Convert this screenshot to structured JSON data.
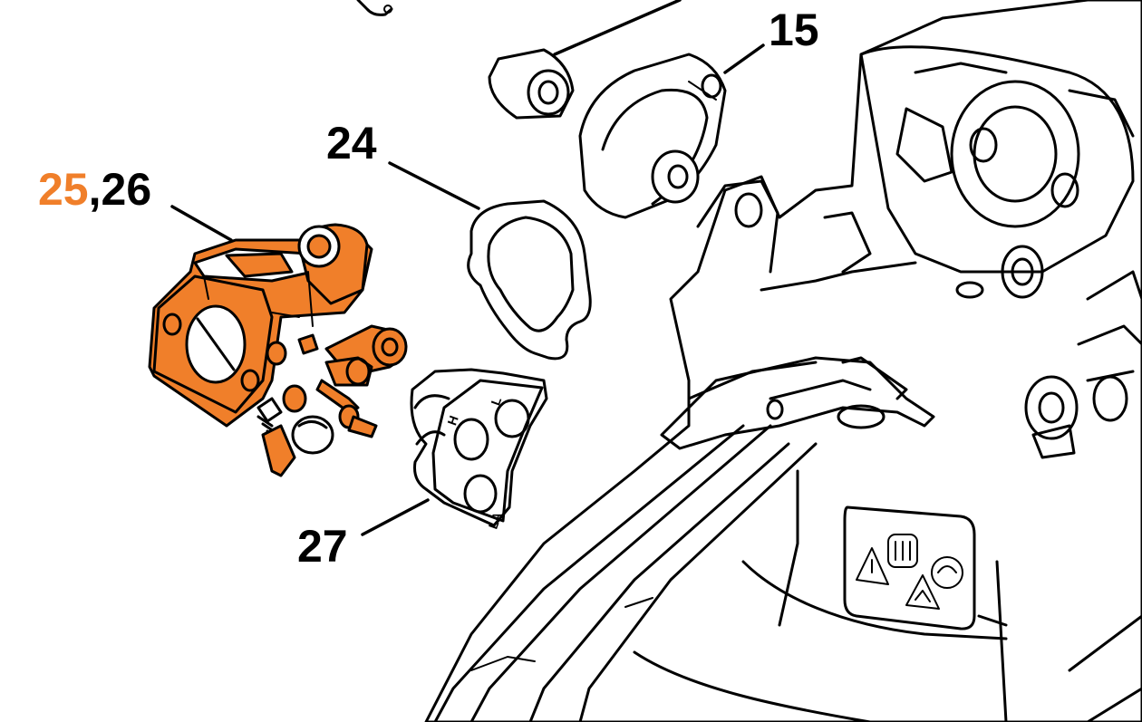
{
  "colors": {
    "highlight": "#f07f2a",
    "ink": "#000000",
    "background": "#ffffff"
  },
  "callouts": {
    "carburetor_primary": "25",
    "carburetor_separator": ",",
    "carburetor_secondary": "26",
    "gasket": "24",
    "cover": "15",
    "manifold": "27"
  },
  "manifold_port_labels": {
    "h": "H",
    "l": "L",
    "la": "LA"
  },
  "icons": [
    "warning-triangle-icon",
    "book-icon",
    "hearing-protection-icon",
    "fire-warning-icon"
  ]
}
